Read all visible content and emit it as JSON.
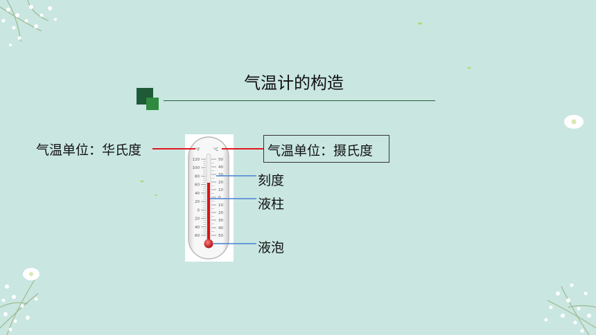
{
  "title": "气温计的构造",
  "labels": {
    "fahrenheit_unit": "气温单位：华氏度",
    "celsius_unit": "气温单位：摄氏度",
    "scale": "刻度",
    "liquid_column": "液柱",
    "bulb": "液泡"
  },
  "thermometer": {
    "unit_f": "°F",
    "unit_c": "°C",
    "f_ticks": [
      "120",
      "100",
      "80",
      "60",
      "40",
      "20",
      "0",
      "20",
      "40",
      "60"
    ],
    "c_ticks": [
      "50",
      "40",
      "30",
      "20",
      "10",
      "0",
      "10",
      "20",
      "30",
      "40",
      "50"
    ]
  },
  "colors": {
    "background": "#c9e6e1",
    "accent_dark_green": "#1d5a35",
    "accent_green": "#2f8a3f",
    "pointer_red": "#e0161c",
    "pointer_blue": "#5b8fd6",
    "mercury_red": "#d9141a"
  }
}
